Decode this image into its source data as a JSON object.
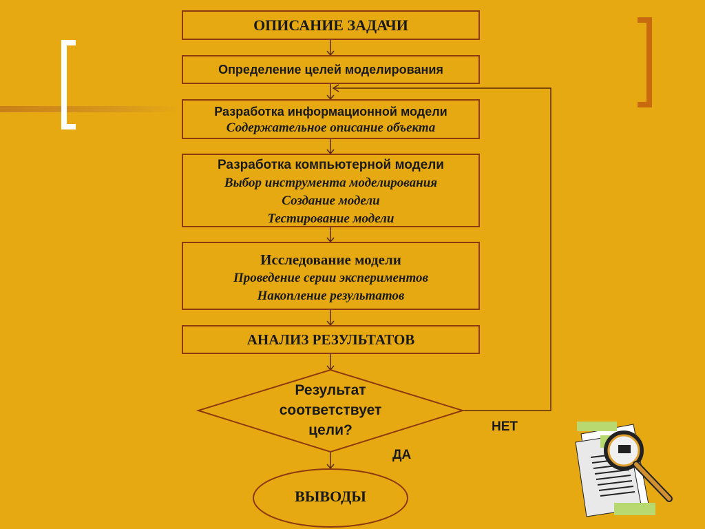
{
  "diagram": {
    "steps": [
      {
        "title": "ОПИСАНИЕ ЗАДАЧИ",
        "lines": []
      },
      {
        "title": "Определение целей моделирования",
        "lines": []
      },
      {
        "title": "Разработка информационной модели",
        "lines": [
          "Содержательное описание объекта"
        ]
      },
      {
        "title": "Разработка компьютерной модели",
        "lines": [
          "Выбор инструмента моделирования",
          "Создание модели",
          "Тестирование модели"
        ]
      },
      {
        "title": "Исследование модели",
        "lines": [
          "Проведение серии экспериментов",
          "Накопление результатов"
        ]
      },
      {
        "title": "АНАЛИЗ РЕЗУЛЬТАТОВ",
        "lines": []
      }
    ],
    "decision": {
      "line1": "Результат",
      "line2": "соответствует",
      "line3": "цели?"
    },
    "branch_no": "НЕТ",
    "branch_yes": "ДА",
    "terminal": "ВЫВОДЫ"
  },
  "colors": {
    "background": "#e6a912",
    "border": "#8b3a10",
    "bracket_left": "#ffffff",
    "bracket_right": "#c86a10"
  },
  "icon": "magnifier-document-icon"
}
